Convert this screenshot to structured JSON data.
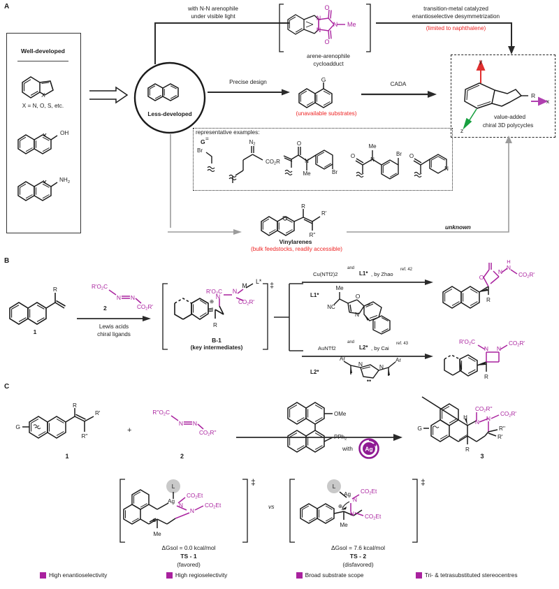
{
  "figure": {
    "panels": [
      {
        "id": "A",
        "label": "A"
      },
      {
        "id": "B",
        "label": "B"
      },
      {
        "id": "C",
        "label": "C"
      }
    ]
  },
  "panelA": {
    "well_developed_title": "Well-developed",
    "x_legend": "X = N, O, S, etc.",
    "labels": {
      "oh": "OH",
      "nh2": "NH2",
      "x": "X"
    },
    "hub_label": "Less-developed",
    "route_top_line1": "with N-N arenophile",
    "route_top_line2": "under visible light",
    "cycloadduct_line1": "arene-arenophile",
    "cycloadduct_line2": "cycloadduct",
    "cycloadduct_nme": "N",
    "cycloadduct_me": "Me",
    "tm_line1": "transition-metal catalyzed",
    "tm_line2": "enantioselective desymmetrization",
    "tm_note": "(limited to naphthalene)",
    "precise_design": "Precise design",
    "substrate_G": "G",
    "substrate_note": "(unavailable substrates)",
    "cada": "CADA",
    "product_box": {
      "axis_y": "y",
      "axis_x": "x",
      "axis_z": "z",
      "r_label": "R",
      "caption_line1": "value-added",
      "caption_line2": "chiral 3D polycycles"
    },
    "rep_examples_title": "representative examples:",
    "rep_G": "G",
    "rep_G_eq": "=",
    "rep_groups": [
      {
        "name": "bromo-alkyl",
        "labels": [
          "Br"
        ]
      },
      {
        "name": "diazo-ester",
        "labels": [
          "N2",
          "CO2R"
        ]
      },
      {
        "name": "acrylamide-aryl-bromide",
        "labels": [
          "O",
          "N",
          "Me",
          "Br"
        ]
      },
      {
        "name": "amide-n-methyl-aryl-bromide",
        "labels": [
          "O",
          "N",
          "Me",
          "Br"
        ]
      },
      {
        "name": "pyridyl-ketone",
        "labels": [
          "O",
          "N"
        ]
      }
    ],
    "vinylarene_labels": {
      "r": "R",
      "rp": "R'",
      "rpp": "R''"
    },
    "vinylarenes_title": "Vinylarenes",
    "vinylarenes_note": "(bulk feedstocks, readily accessible)",
    "unknown": "unknown"
  },
  "panelB": {
    "substrate_number": "1",
    "substrate_R": "R",
    "reagent_number": "2",
    "reagent_top": "R'O2C",
    "reagent_n1": "N",
    "reagent_n2": "N",
    "reagent_bottom": "CO2R'",
    "conditions_line1": "Lewis acids",
    "conditions_line2": "chiral ligands",
    "intermediate_label": "B-1",
    "intermediate_caption": "(key intermediates)",
    "intermediate_parts": {
      "ester1": "R'O2C",
      "n_top": "N",
      "ester2": "CO2R'",
      "m": "M",
      "l": "L*",
      "n_ring": "N",
      "r": "R",
      "charge": "⊕",
      "ddagger": "‡"
    },
    "branch_top": {
      "catalyst": "Cu(NTf2)2",
      "and": "and",
      "ligand": "L1*",
      "author": ", by Zhao",
      "ref": "ref. 42",
      "ligand_tag": "L1*",
      "ligand_atoms": [
        "Me",
        "NC",
        "O",
        "N"
      ],
      "product_atoms": [
        "O",
        "N",
        "H",
        "N",
        "CO2R'",
        "R"
      ]
    },
    "branch_bottom": {
      "catalyst": "AuNTf2",
      "and": "and",
      "ligand": "L2*",
      "author": ", by Cai",
      "ref": "ref. 43",
      "ligand_tag": "L2*",
      "ligand_atoms": [
        "Ar",
        "N",
        "N",
        "Ar",
        "••"
      ],
      "product_atoms": [
        "R'O2C",
        "N",
        "N",
        "CO2R'",
        "R"
      ]
    }
  },
  "panelC": {
    "substrate_number": "1",
    "substrate_G": "G",
    "substrate_R": "R",
    "substrate_Rp": "R'",
    "substrate_Rpp": "R''",
    "plus": "+",
    "reagent_number": "2",
    "reagent_top": "R''O2C",
    "reagent_n1": "N",
    "reagent_n2": "N",
    "reagent_bottom": "CO2R''",
    "catalyst_ome": "OMe",
    "catalyst_pph2": "PPh2",
    "with_label": "with",
    "ag_label": "Ag",
    "product_number": "3",
    "product_atoms": {
      "g": "G",
      "h": "H",
      "n1": "N",
      "n2": "N",
      "co2r1": "CO2R''",
      "co2r2": "CO2R'",
      "rpp": "R''",
      "rp": "R'",
      "r": "R"
    },
    "vs": "vs",
    "ts1": {
      "name": "TS - 1",
      "energy": "ΔGsol = 0.0 kcal/mol",
      "note": "(favored)",
      "atoms": {
        "l": "L",
        "ag": "Ag",
        "n1": "N",
        "n2": "N",
        "e1": "CO2Et",
        "e2": "CO2Et",
        "me": "Me",
        "charge": "⊕",
        "ddagger": "‡"
      }
    },
    "ts2": {
      "name": "TS - 2",
      "energy": "ΔGsol = 7.6 kcal/mol",
      "note": "(disfavored)",
      "atoms": {
        "l": "L",
        "ag": "Ag",
        "n1": "N",
        "n2": "N",
        "e1": "CO2Et",
        "e2": "CO2Et",
        "me": "Me",
        "charge": "⊕",
        "ddagger": "‡"
      }
    }
  },
  "legend": {
    "items": [
      {
        "label": "High enantioselectivity",
        "color": "#a9219e"
      },
      {
        "label": "High regioselectivity",
        "color": "#a9219e"
      },
      {
        "label": "Broad substrate scope",
        "color": "#a9219e"
      },
      {
        "label": "Tri- & tetrasubstituted stereocentres",
        "color": "#a9219e"
      }
    ]
  },
  "colors": {
    "magenta": "#a9219e",
    "red": "#ee2222",
    "green": "#1a9e3a",
    "gray_arrow": "#9b9b9b",
    "black": "#1a1a1a"
  }
}
